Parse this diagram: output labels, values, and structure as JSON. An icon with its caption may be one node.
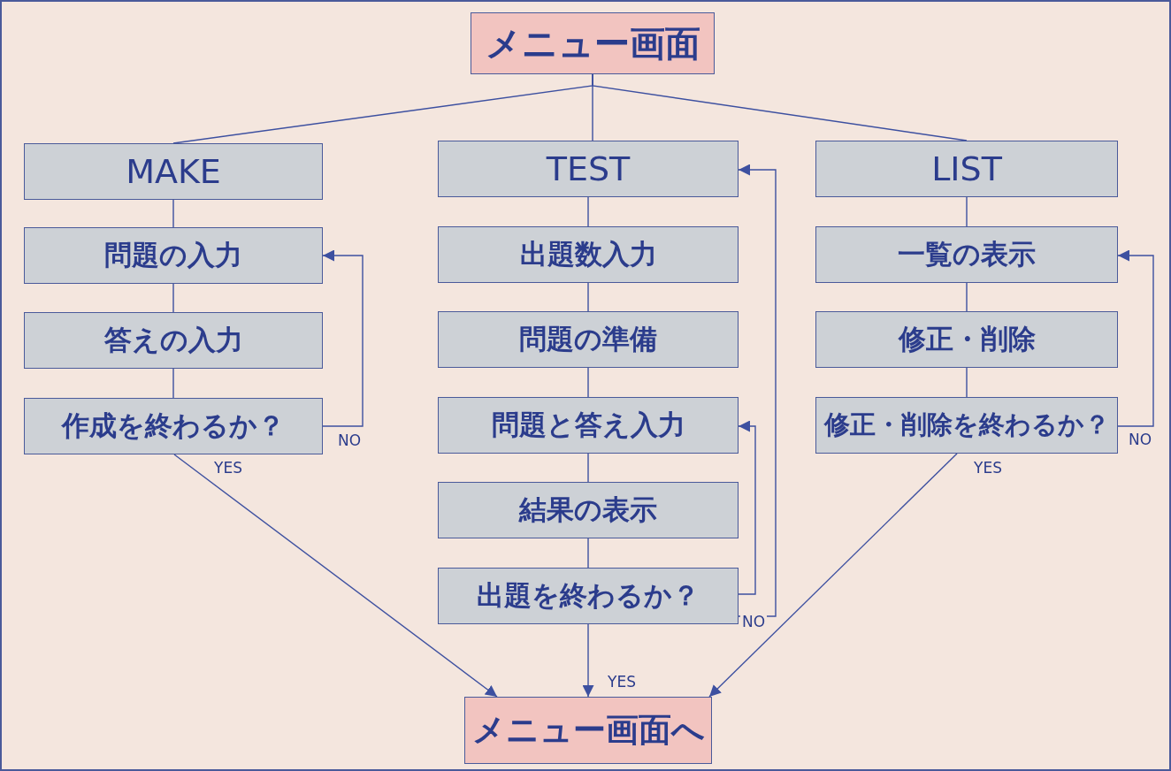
{
  "diagram": {
    "nodes": [
      {
        "text": [
          "メニュー画面"
        ]
      },
      {
        "text": [
          "MAKE"
        ]
      },
      {
        "text": [
          "TEST"
        ]
      },
      {
        "text": [
          "LIST"
        ]
      },
      {
        "text": [
          "問題の入力"
        ]
      },
      {
        "text": [
          "答えの入力"
        ]
      },
      {
        "text": [
          "作成を終わるか？"
        ]
      },
      {
        "text": [
          "出題数入力"
        ]
      },
      {
        "text": [
          "問題の準備"
        ]
      },
      {
        "text": [
          "問題と答え入力"
        ]
      },
      {
        "text": [
          "結果の表示"
        ]
      },
      {
        "text": [
          "出題を終わるか？"
        ]
      },
      {
        "text": [
          "一覧の表示"
        ]
      },
      {
        "text": [
          "修正・削除"
        ]
      },
      {
        "text": [
          "修正・削除を終わるか？"
        ]
      },
      {
        "text": [
          "メニュー画面へ"
        ]
      }
    ],
    "edges": [
      {
        "from": 0,
        "to": 1,
        "arrow": "none"
      },
      {
        "from": 0,
        "to": 2,
        "arrow": "none"
      },
      {
        "from": 0,
        "to": 3,
        "arrow": "none"
      },
      {
        "from": 1,
        "to": 4,
        "arrow": "none"
      },
      {
        "from": 4,
        "to": 5,
        "arrow": "none"
      },
      {
        "from": 5,
        "to": 6,
        "arrow": "none"
      },
      {
        "from": 6,
        "to": 4,
        "arrow": "to",
        "label": "NO"
      },
      {
        "from": 6,
        "to": 15,
        "arrow": "to",
        "label": "YES"
      },
      {
        "from": 2,
        "to": 7,
        "arrow": "none"
      },
      {
        "from": 7,
        "to": 8,
        "arrow": "none"
      },
      {
        "from": 8,
        "to": 9,
        "arrow": "none"
      },
      {
        "from": 9,
        "to": 10,
        "arrow": "none"
      },
      {
        "from": 10,
        "to": 11,
        "arrow": "none"
      },
      {
        "from": 11,
        "to": 9,
        "arrow": "to",
        "label": "NO"
      },
      {
        "from": 11,
        "to": 2,
        "arrow": "to"
      },
      {
        "from": 11,
        "to": 15,
        "arrow": "to",
        "label": "YES"
      },
      {
        "from": 3,
        "to": 12,
        "arrow": "none"
      },
      {
        "from": 12,
        "to": 13,
        "arrow": "none"
      },
      {
        "from": 13,
        "to": 14,
        "arrow": "none"
      },
      {
        "from": 14,
        "to": 12,
        "arrow": "to",
        "label": "NO"
      },
      {
        "from": 14,
        "to": 15,
        "arrow": "to",
        "label": "YES"
      }
    ]
  }
}
